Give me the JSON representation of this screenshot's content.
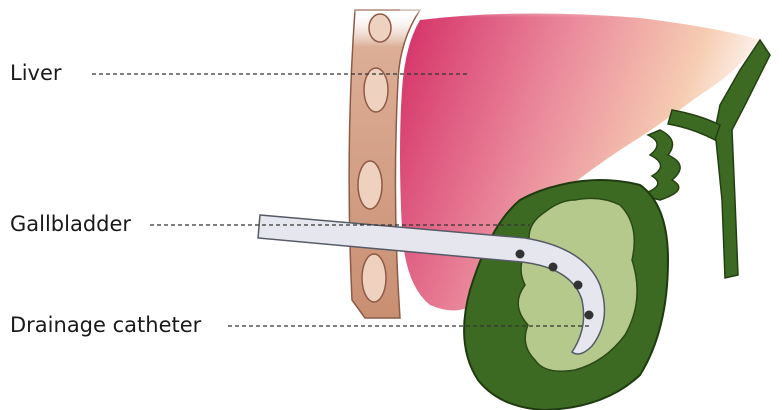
{
  "labels": {
    "liver": "Liver",
    "gallbladder": "Gallbladder",
    "drainage_catheter": "Drainage catheter"
  },
  "colors": {
    "background": "#ffffff",
    "liver": "#d9356a",
    "liver_light": "#f6c9ae",
    "body_wall": "#d6a58c",
    "gallbladder_dark": "#3d6a22",
    "gallbladder_light": "#b6c98d",
    "catheter": "#e6e6ee",
    "leader_line": "#333333"
  }
}
